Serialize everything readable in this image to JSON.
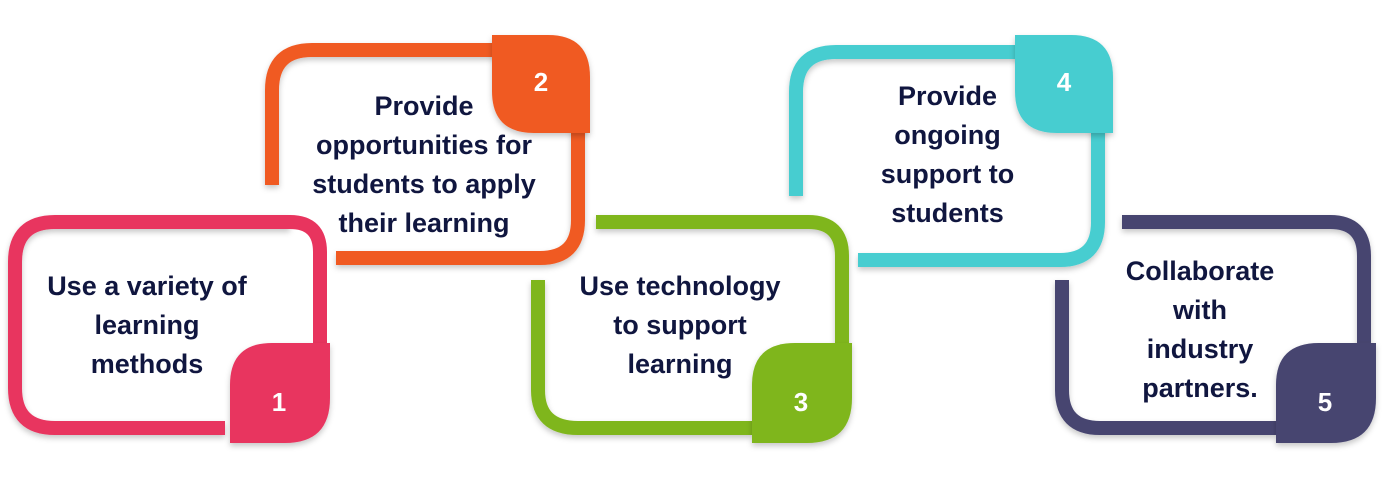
{
  "steps": [
    {
      "number": "1",
      "text": "Use a variety of\nlearning\nmethods",
      "color": "#e8345e"
    },
    {
      "number": "2",
      "text": "Provide\nopportunities for\nstudents to apply\ntheir learning",
      "color": "#f05a24"
    },
    {
      "number": "3",
      "text": "Use technology\nto support\nlearning",
      "color": "#7fb61b"
    },
    {
      "number": "4",
      "text": "Provide\nongoing\nsupport to\nstudents",
      "color": "#46cdd0"
    },
    {
      "number": "5",
      "text": "Collaborate\nwith\nindustry\npartners.",
      "color": "#464470"
    }
  ]
}
